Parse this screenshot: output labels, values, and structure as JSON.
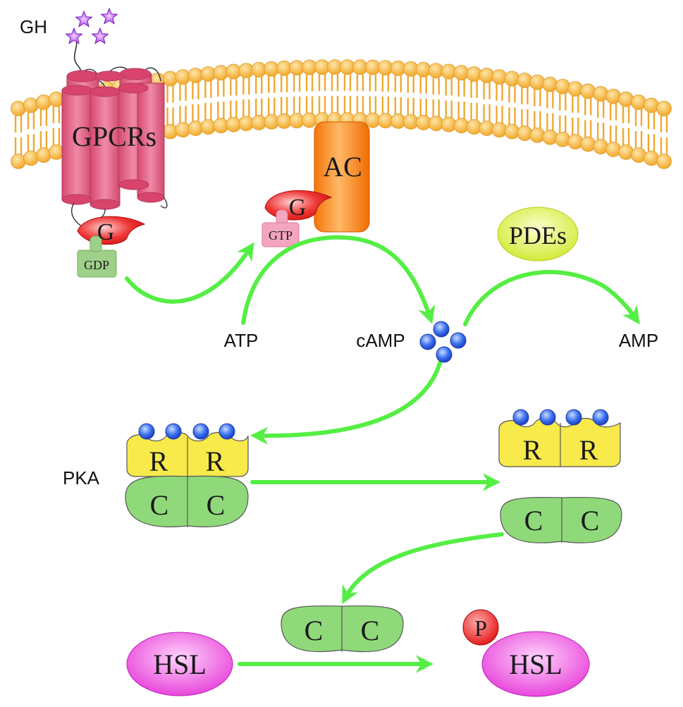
{
  "labels": {
    "gh": "GH",
    "gpcrs": "GPCRs",
    "ac": "AC",
    "g_protein": "G",
    "gdp": "GDP",
    "gtp": "GTP",
    "pdes": "PDEs",
    "atp": "ATP",
    "camp": "cAMP",
    "amp": "AMP",
    "pka": "PKA",
    "regulatory": "R",
    "catalytic": "C",
    "hsl": "HSL",
    "phosphate": "P"
  },
  "colors": {
    "membrane_head": "#f5b43c",
    "membrane_tail": "#f0a830",
    "receptor": "#e4688a",
    "g_protein": "#e81f2a",
    "gdp": "#9ed08a",
    "gtp": "#f4a6bf",
    "ac": "#f57a00",
    "pdes": "#e6f04a",
    "arrow": "#55ee44",
    "camp": "#2f5fe0",
    "regulatory_unit": "#f7ea4a",
    "catalytic_unit": "#8fd97a",
    "hsl": "#ea4fe0",
    "phosphate": "#ec1c1c",
    "gh_star": "#a235e8"
  },
  "icons": {
    "gh": "star-icon",
    "camp": "molecule-dot-icon"
  }
}
